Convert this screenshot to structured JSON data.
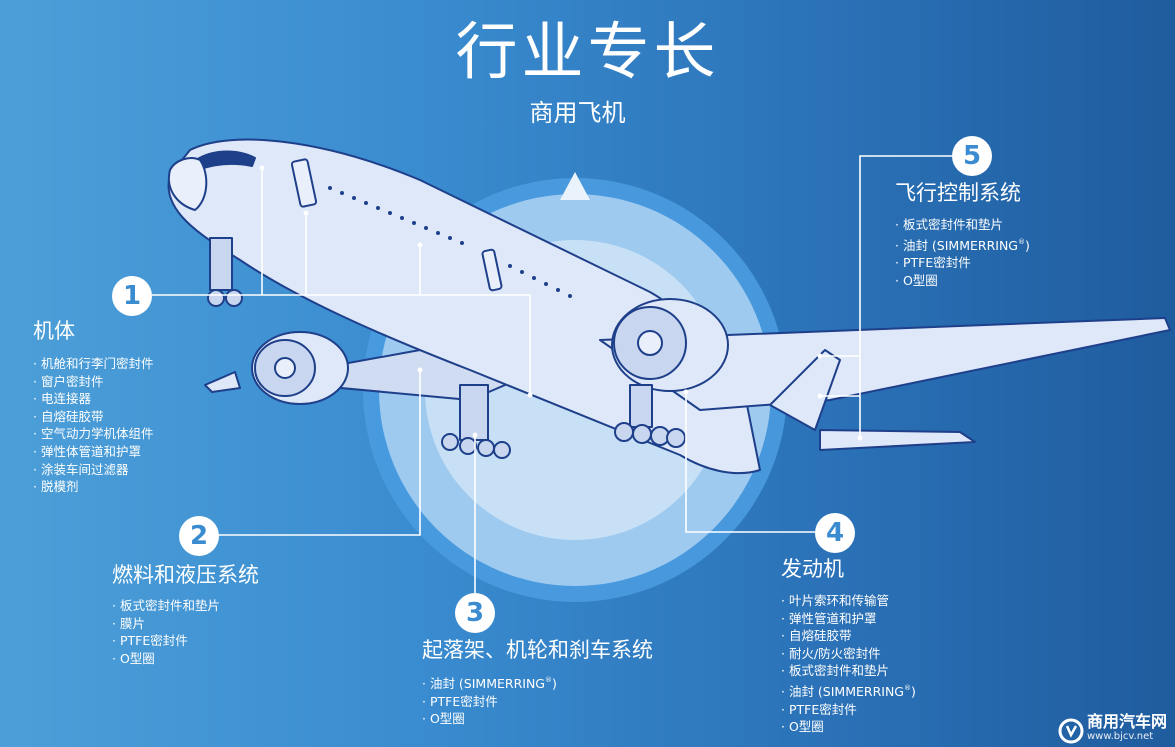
{
  "header": {
    "title": "行业专长",
    "subtitle": "商用飞机"
  },
  "sections": [
    {
      "number": "1",
      "title": "机体",
      "items": [
        "机舱和行李门密封件",
        "窗户密封件",
        "电连接器",
        "自熔硅胶带",
        "空气动力学机体组件",
        "弹性体管道和护罩",
        "涂装车间过滤器",
        "脱模剂"
      ]
    },
    {
      "number": "2",
      "title": "燃料和液压系统",
      "items": [
        "板式密封件和垫片",
        "膜片",
        "PTFE密封件",
        "O型圈"
      ]
    },
    {
      "number": "3",
      "title": "起落架、机轮和刹车系统",
      "items": [
        "油封 (SIMMERRING",
        "PTFE密封件",
        "O型圈"
      ]
    },
    {
      "number": "4",
      "title": "发动机",
      "items": [
        "叶片索环和传输管",
        "弹性管道和护罩",
        "自熔硅胶带",
        "耐火/防火密封件",
        "板式密封件和垫片",
        "油封 (SIMMERRING",
        "PTFE密封件",
        "O型圈"
      ]
    },
    {
      "number": "5",
      "title": "飞行控制系统",
      "items": [
        "板式密封件和垫片",
        "油封 (SIMMERRING",
        "PTFE密封件",
        "O型圈"
      ]
    }
  ],
  "registered_mark": "®",
  "watermark": {
    "name": "商用汽车网",
    "url": "www.bjcv.net",
    "logo_icon": "cv-logo-icon"
  },
  "colors": {
    "background_left": "#4c9fd8",
    "background_right": "#1f5c9e",
    "badge_number": "#3a8bd0",
    "aircraft_body": "#dfe8f8",
    "aircraft_outline": "#1e3f8a"
  }
}
